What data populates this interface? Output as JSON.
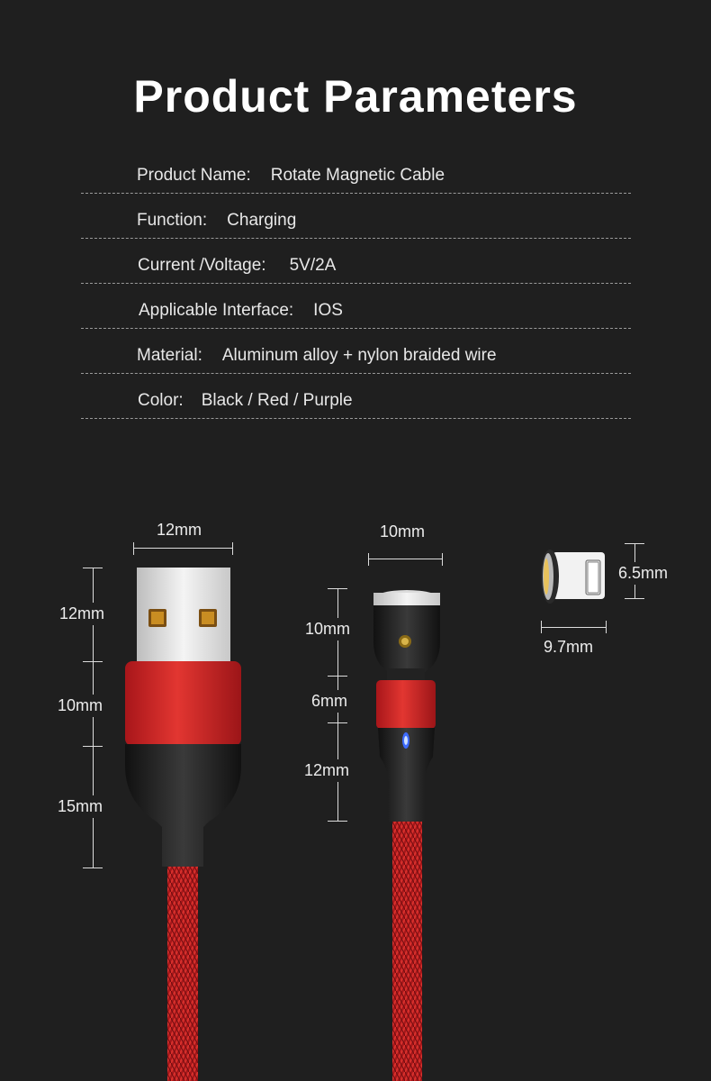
{
  "title": "Product Parameters",
  "params": [
    {
      "label": "Product Name:",
      "value": "Rotate Magnetic Cable"
    },
    {
      "label": "Function:",
      "value": "Charging"
    },
    {
      "label": "Current /Voltage:",
      "value": "5V/2A"
    },
    {
      "label": "Applicable Interface:",
      "value": "IOS"
    },
    {
      "label": "Material:",
      "value": "Aluminum alloy + nylon braided wire"
    },
    {
      "label": "Color:",
      "value": "Black / Red / Purple"
    }
  ],
  "dimensions": {
    "usb_width": "12mm",
    "usb_plug": "12mm",
    "usb_housing": "10mm",
    "usb_tail": "15mm",
    "head_width": "10mm",
    "head_tip": "10mm",
    "head_collar": "6mm",
    "head_body": "12mm",
    "plug_height": "6.5mm",
    "plug_width": "9.7mm"
  },
  "colors": {
    "background": "#1f1f1f",
    "cable_red": "#c0201f",
    "text": "#e8e8e8"
  }
}
